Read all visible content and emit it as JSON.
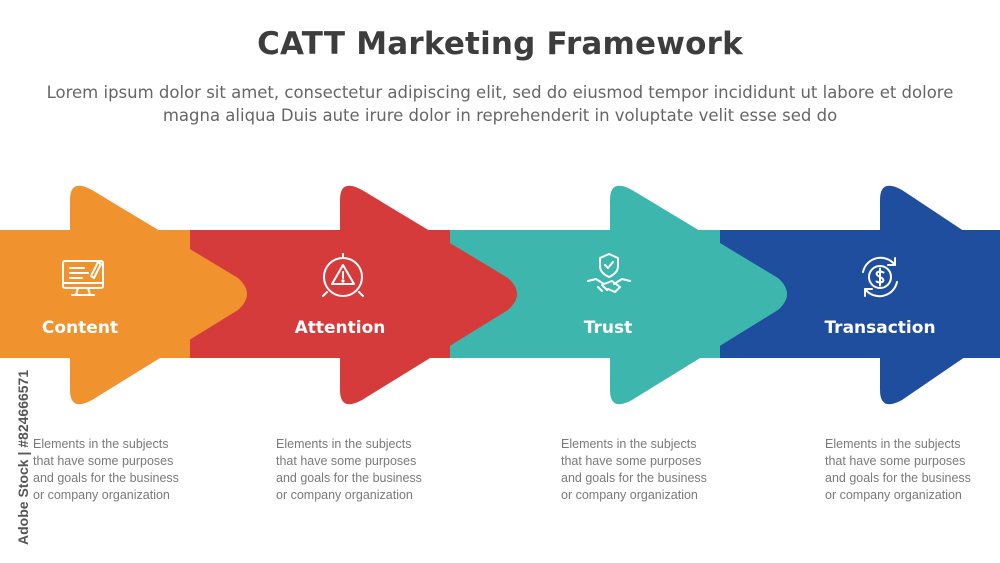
{
  "header": {
    "title": "CATT Marketing Framework",
    "subtitle": "Lorem ipsum dolor sit amet, consectetur adipiscing elit, sed do eiusmod tempor incididunt ut labore et dolore magna aliqua Duis aute irure dolor in reprehenderit in voluptate velit esse sed do"
  },
  "steps": [
    {
      "label": "Content",
      "icon": "computer-monitor-icon",
      "color": "#F0922E",
      "description": "Elements in the subjects\nthat have some purposes\nand goals for the  business\nor company organization"
    },
    {
      "label": "Attention",
      "icon": "warning-alert-icon",
      "color": "#D63B3B",
      "description": "Elements in the subjects\nthat have some purposes\nand goals for the  business\nor company organization"
    },
    {
      "label": "Trust",
      "icon": "handshake-shield-icon",
      "color": "#3DB7AE",
      "description": "Elements in the subjects\nthat have some purposes\nand goals for the  business\nor company organization"
    },
    {
      "label": "Transaction",
      "icon": "dollar-coin-cycle-icon",
      "color": "#1F4E9E",
      "description": "Elements in the subjects\nthat have some purposes\nand goals for the  business\nor company organization"
    }
  ],
  "watermark": {
    "text": "Adobe Stock | #824666571"
  }
}
